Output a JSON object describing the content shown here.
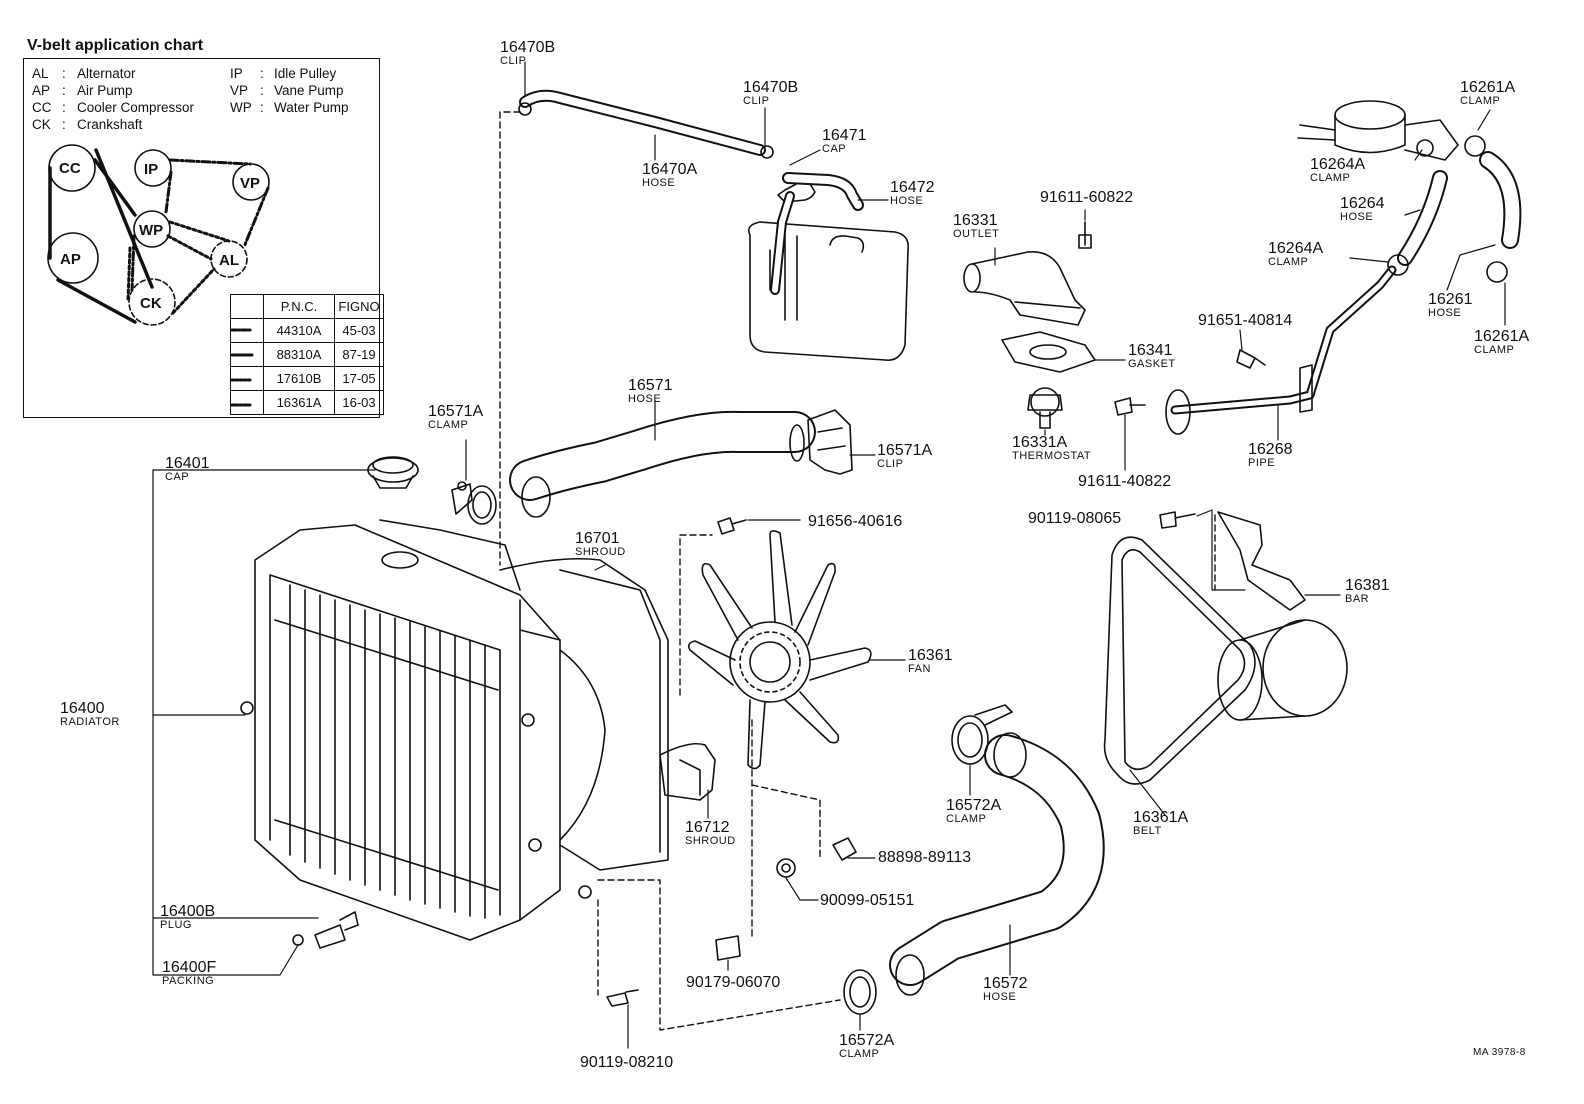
{
  "legend": {
    "title": "V-belt application chart",
    "abbreviations": [
      {
        "code": "AL",
        "name": "Alternator"
      },
      {
        "code": "AP",
        "name": "Air Pump"
      },
      {
        "code": "CC",
        "name": "Cooler Compressor"
      },
      {
        "code": "CK",
        "name": "Crankshaft"
      },
      {
        "code": "IP",
        "name": "Idle Pulley"
      },
      {
        "code": "VP",
        "name": "Vane Pump"
      },
      {
        "code": "WP",
        "name": "Water Pump"
      }
    ],
    "pulleys": [
      "CC",
      "IP",
      "VP",
      "WP",
      "AP",
      "AL",
      "CK"
    ],
    "table": {
      "headers": [
        "P.N.C.",
        "FIGNO"
      ],
      "rows": [
        {
          "pnc": "44310A",
          "figno": "45-03"
        },
        {
          "pnc": "88310A",
          "figno": "87-19"
        },
        {
          "pnc": "17610B",
          "figno": "17-05"
        },
        {
          "pnc": "16361A",
          "figno": "16-03"
        }
      ]
    }
  },
  "parts": [
    {
      "id": "p16470B_1",
      "number": "16470B",
      "name": "CLIP"
    },
    {
      "id": "p16470B_2",
      "number": "16470B",
      "name": "CLIP"
    },
    {
      "id": "p16471",
      "number": "16471",
      "name": "CAP"
    },
    {
      "id": "p16470A",
      "number": "16470A",
      "name": "HOSE"
    },
    {
      "id": "p16472",
      "number": "16472",
      "name": "HOSE"
    },
    {
      "id": "p16571A_clamp",
      "number": "16571A",
      "name": "CLAMP"
    },
    {
      "id": "p16571",
      "number": "16571",
      "name": "HOSE"
    },
    {
      "id": "p16571A_clip",
      "number": "16571A",
      "name": "CLIP"
    },
    {
      "id": "p16401",
      "number": "16401",
      "name": "CAP"
    },
    {
      "id": "p16701",
      "number": "16701",
      "name": "SHROUD"
    },
    {
      "id": "p91656",
      "number": "91656-40616",
      "name": ""
    },
    {
      "id": "p16400",
      "number": "16400",
      "name": "RADIATOR"
    },
    {
      "id": "p16361",
      "number": "16361",
      "name": "FAN"
    },
    {
      "id": "p16712",
      "number": "16712",
      "name": "SHROUD"
    },
    {
      "id": "p88898",
      "number": "88898-89113",
      "name": ""
    },
    {
      "id": "p90099",
      "number": "90099-05151",
      "name": ""
    },
    {
      "id": "p16400B",
      "number": "16400B",
      "name": "PLUG"
    },
    {
      "id": "p16400F",
      "number": "16400F",
      "name": "PACKING"
    },
    {
      "id": "p90179",
      "number": "90179-06070",
      "name": ""
    },
    {
      "id": "p90119_08210",
      "number": "90119-08210",
      "name": ""
    },
    {
      "id": "p16572A_top",
      "number": "16572A",
      "name": "CLAMP"
    },
    {
      "id": "p16572A_bot",
      "number": "16572A",
      "name": "CLAMP"
    },
    {
      "id": "p16572",
      "number": "16572",
      "name": "HOSE"
    },
    {
      "id": "p16331",
      "number": "16331",
      "name": "OUTLET"
    },
    {
      "id": "p91611_60822",
      "number": "91611-60822",
      "name": ""
    },
    {
      "id": "p16341",
      "number": "16341",
      "name": "GASKET"
    },
    {
      "id": "p16331A",
      "number": "16331A",
      "name": "THERMOSTAT"
    },
    {
      "id": "p91611_40822",
      "number": "91611-40822",
      "name": ""
    },
    {
      "id": "p91651",
      "number": "91651-40814",
      "name": ""
    },
    {
      "id": "p16268",
      "number": "16268",
      "name": "PIPE"
    },
    {
      "id": "p16261A_top",
      "number": "16261A",
      "name": "CLAMP"
    },
    {
      "id": "p16264A_top",
      "number": "16264A",
      "name": "CLAMP"
    },
    {
      "id": "p16264",
      "number": "16264",
      "name": "HOSE"
    },
    {
      "id": "p16264A_bot",
      "number": "16264A",
      "name": "CLAMP"
    },
    {
      "id": "p16261",
      "number": "16261",
      "name": "HOSE"
    },
    {
      "id": "p16261A_bot",
      "number": "16261A",
      "name": "CLAMP"
    },
    {
      "id": "p90119_08065",
      "number": "90119-08065",
      "name": ""
    },
    {
      "id": "p16381",
      "number": "16381",
      "name": "BAR"
    },
    {
      "id": "p16361A",
      "number": "16361A",
      "name": "BELT"
    }
  ],
  "figure_code": "MA 3978-8"
}
